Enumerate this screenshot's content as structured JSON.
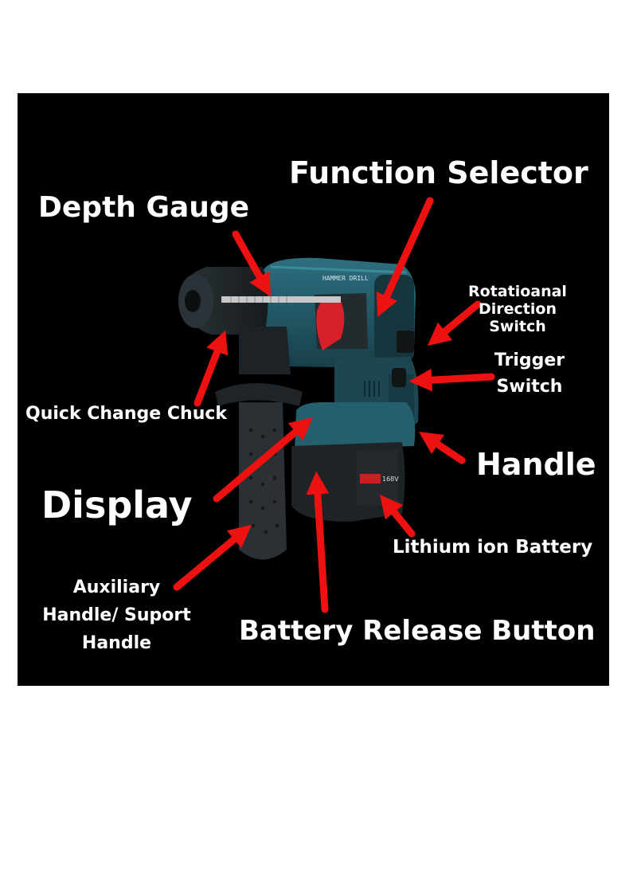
{
  "product_markings": {
    "body_text": "HAMMER DRILL",
    "battery_text": "168V"
  },
  "labels": {
    "function_selector": "Function Selector",
    "depth_gauge": "Depth Gauge",
    "rotational_direction_switch_line1": "Rotatioanal Direction",
    "rotational_direction_switch_line2": "Switch",
    "trigger_switch_line1": "Trigger",
    "trigger_switch_line2": "Switch",
    "quick_change_chuck": "Quick Change Chuck",
    "handle": "Handle",
    "display": "Display",
    "lithium_ion_battery": "Lithium ion Battery",
    "auxiliary_handle_line1": "Auxiliary",
    "auxiliary_handle_line2": "Handle/ Suport",
    "auxiliary_handle_line3": "Handle",
    "battery_release_button": "Battery Release Button"
  },
  "colors": {
    "background": "#000000",
    "page": "#ffffff",
    "text": "#ffffff",
    "arrow": "#ee1111",
    "tool_body": "#1f5a68",
    "tool_dark": "#1c2226"
  }
}
